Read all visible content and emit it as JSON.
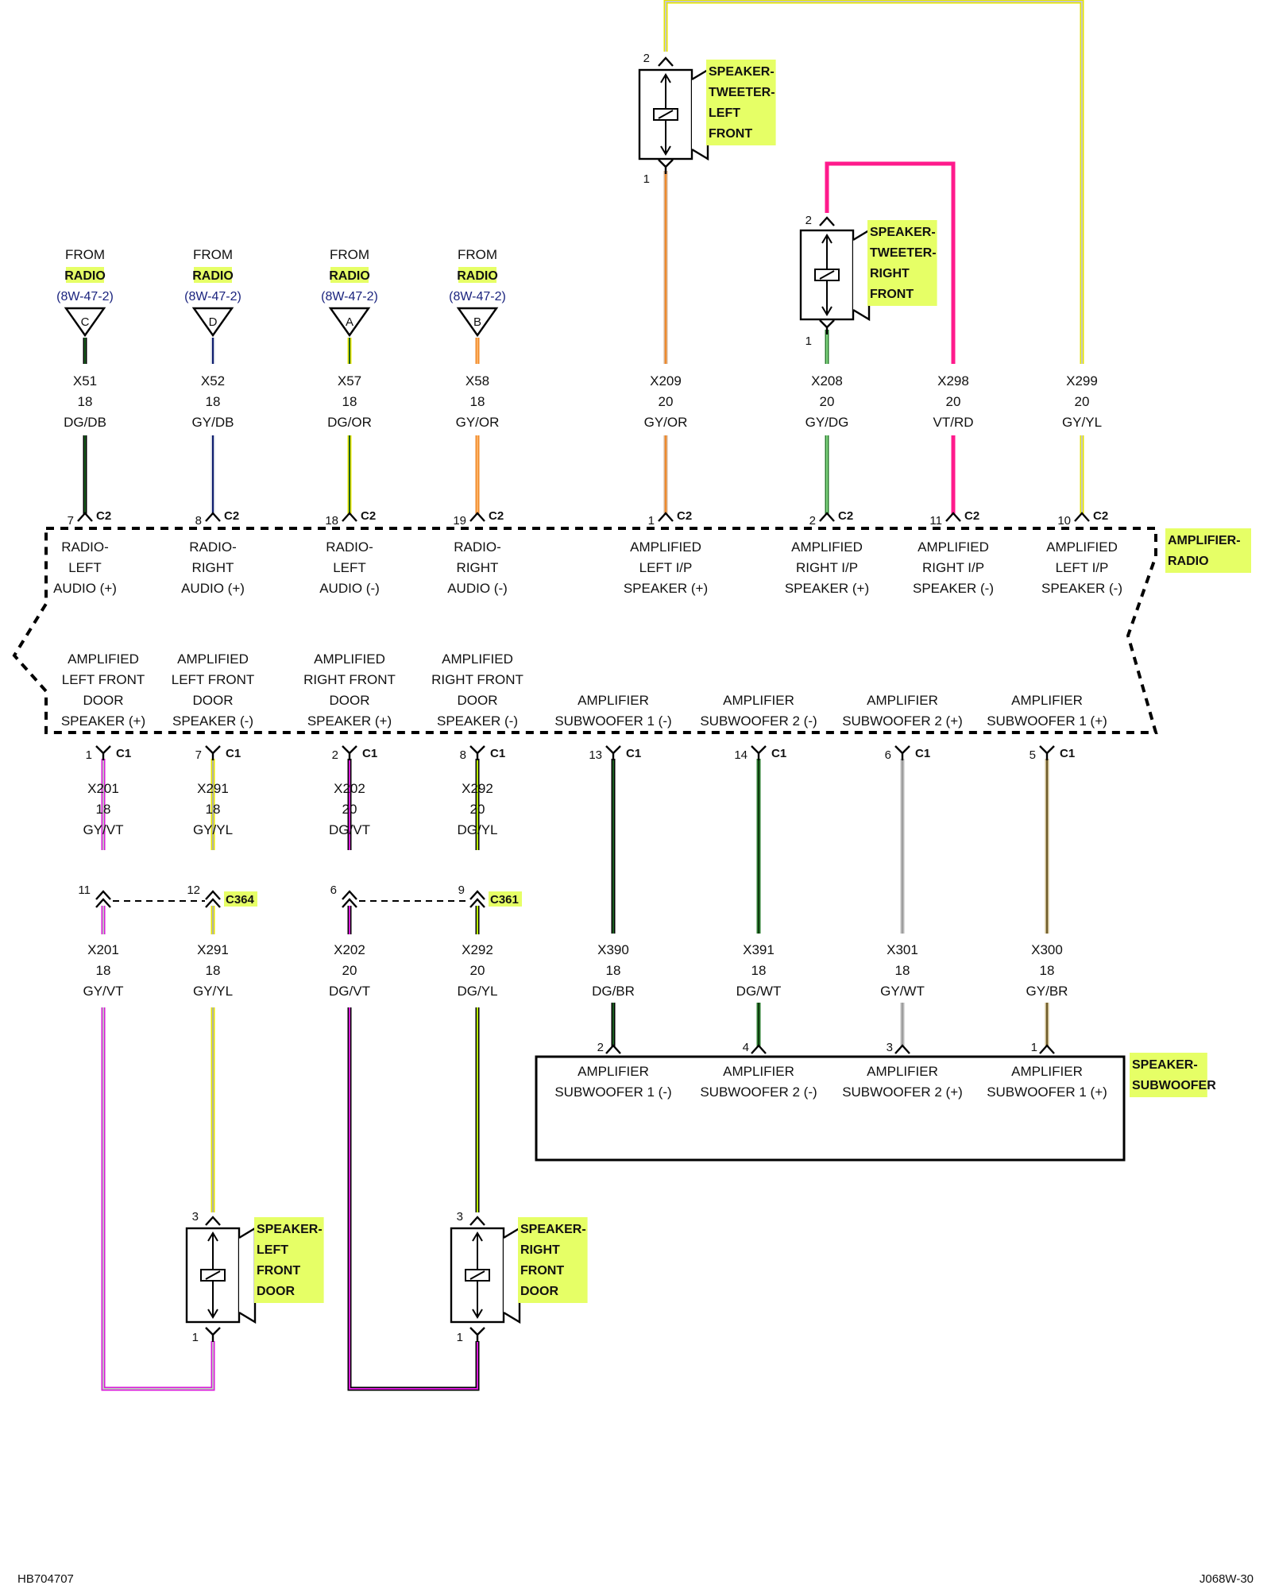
{
  "colors": {
    "highlight": "#e6ff66",
    "gray": "#9e9e9e",
    "dark_green": "#1b5e20",
    "green": "#2e7d32",
    "yellow": "#e6e600",
    "orange": "#ef8a2b",
    "violet": "#d81bd8",
    "pink": "#ff1a8c",
    "black": "#000000",
    "dark_blue": "#0d1b6e"
  },
  "radio_inputs": [
    {
      "from": "FROM",
      "src": "RADIO",
      "ref": "(8W-47-2)",
      "letter": "C",
      "circuit": "X51",
      "gauge": "18",
      "color": "DG/DB",
      "pin": "7",
      "conn": "C2",
      "func": [
        "RADIO-",
        "LEFT",
        "AUDIO (+)"
      ]
    },
    {
      "from": "FROM",
      "src": "RADIO",
      "ref": "(8W-47-2)",
      "letter": "D",
      "circuit": "X52",
      "gauge": "18",
      "color": "GY/DB",
      "pin": "8",
      "conn": "C2",
      "func": [
        "RADIO-",
        "RIGHT",
        "AUDIO (+)"
      ]
    },
    {
      "from": "FROM",
      "src": "RADIO",
      "ref": "(8W-47-2)",
      "letter": "A",
      "circuit": "X57",
      "gauge": "18",
      "color": "DG/OR",
      "pin": "18",
      "conn": "C2",
      "func": [
        "RADIO-",
        "LEFT",
        "AUDIO (-)"
      ]
    },
    {
      "from": "FROM",
      "src": "RADIO",
      "ref": "(8W-47-2)",
      "letter": "B",
      "circuit": "X58",
      "gauge": "18",
      "color": "GY/OR",
      "pin": "19",
      "conn": "C2",
      "func": [
        "RADIO-",
        "RIGHT",
        "AUDIO (-)"
      ]
    }
  ],
  "ip_outputs": [
    {
      "circuit": "X209",
      "gauge": "20",
      "color": "GY/OR",
      "pin": "1",
      "conn": "C2",
      "func": [
        "AMPLIFIED",
        "LEFT I/P",
        "SPEAKER (+)"
      ]
    },
    {
      "circuit": "X208",
      "gauge": "20",
      "color": "GY/DG",
      "pin": "2",
      "conn": "C2",
      "func": [
        "AMPLIFIED",
        "RIGHT I/P",
        "SPEAKER (+)"
      ]
    },
    {
      "circuit": "X298",
      "gauge": "20",
      "color": "VT/RD",
      "pin": "11",
      "conn": "C2",
      "func": [
        "AMPLIFIED",
        "RIGHT I/P",
        "SPEAKER (-)"
      ]
    },
    {
      "circuit": "X299",
      "gauge": "20",
      "color": "GY/YL",
      "pin": "10",
      "conn": "C2",
      "func": [
        "AMPLIFIED",
        "LEFT I/P",
        "SPEAKER (-)"
      ]
    }
  ],
  "tweeters": [
    {
      "name": [
        "SPEAKER-",
        "TWEETER-",
        "LEFT",
        "FRONT"
      ],
      "pin_top": "2",
      "pin_bottom": "1"
    },
    {
      "name": [
        "SPEAKER-",
        "TWEETER-",
        "RIGHT",
        "FRONT"
      ],
      "pin_top": "2",
      "pin_bottom": "1"
    }
  ],
  "amplifier": {
    "name": [
      "AMPLIFIER-",
      "RADIO"
    ]
  },
  "door_outputs": [
    {
      "func": [
        "AMPLIFIED",
        "LEFT FRONT",
        "DOOR",
        "SPEAKER (+)"
      ],
      "pin": "1",
      "conn": "C1",
      "circuit": "X201",
      "gauge": "18",
      "color": "GY/VT",
      "inline_pin": "11",
      "circuit2": "X201",
      "gauge2": "18",
      "color2": "GY/VT"
    },
    {
      "func": [
        "AMPLIFIED",
        "LEFT FRONT",
        "DOOR",
        "SPEAKER (-)"
      ],
      "pin": "7",
      "conn": "C1",
      "circuit": "X291",
      "gauge": "18",
      "color": "GY/YL",
      "inline_pin": "12",
      "inline_conn": "C364",
      "circuit2": "X291",
      "gauge2": "18",
      "color2": "GY/YL"
    },
    {
      "func": [
        "AMPLIFIED",
        "RIGHT FRONT",
        "DOOR",
        "SPEAKER (+)"
      ],
      "pin": "2",
      "conn": "C1",
      "circuit": "X202",
      "gauge": "20",
      "color": "DG/VT",
      "inline_pin": "6",
      "circuit2": "X202",
      "gauge2": "20",
      "color2": "DG/VT"
    },
    {
      "func": [
        "AMPLIFIED",
        "RIGHT FRONT",
        "DOOR",
        "SPEAKER (-)"
      ],
      "pin": "8",
      "conn": "C1",
      "circuit": "X292",
      "gauge": "20",
      "color": "DG/YL",
      "inline_pin": "9",
      "inline_conn": "C361",
      "circuit2": "X292",
      "gauge2": "20",
      "color2": "DG/YL"
    }
  ],
  "sub_outputs": [
    {
      "func": [
        "AMPLIFIER",
        "SUBWOOFER 1 (-)"
      ],
      "pin": "13",
      "conn": "C1",
      "circuit": "X390",
      "gauge": "18",
      "color": "DG/BR",
      "sub_pin": "2"
    },
    {
      "func": [
        "AMPLIFIER",
        "SUBWOOFER 2 (-)"
      ],
      "pin": "14",
      "conn": "C1",
      "circuit": "X391",
      "gauge": "18",
      "color": "DG/WT",
      "sub_pin": "4"
    },
    {
      "func": [
        "AMPLIFIER",
        "SUBWOOFER 2 (+)"
      ],
      "pin": "6",
      "conn": "C1",
      "circuit": "X301",
      "gauge": "18",
      "color": "GY/WT",
      "sub_pin": "3"
    },
    {
      "func": [
        "AMPLIFIER",
        "SUBWOOFER 1 (+)"
      ],
      "pin": "5",
      "conn": "C1",
      "circuit": "X300",
      "gauge": "18",
      "color": "GY/BR",
      "sub_pin": "1"
    }
  ],
  "subwoofer": {
    "name": [
      "SPEAKER-",
      "SUBWOOFER"
    ]
  },
  "door_speakers": [
    {
      "name": [
        "SPEAKER-",
        "LEFT",
        "FRONT",
        "DOOR"
      ],
      "pin_top": "3",
      "pin_bottom": "1"
    },
    {
      "name": [
        "SPEAKER-",
        "RIGHT",
        "FRONT",
        "DOOR"
      ],
      "pin_top": "3",
      "pin_bottom": "1"
    }
  ],
  "footer": {
    "left": "HB704707",
    "right": "J068W-30"
  }
}
